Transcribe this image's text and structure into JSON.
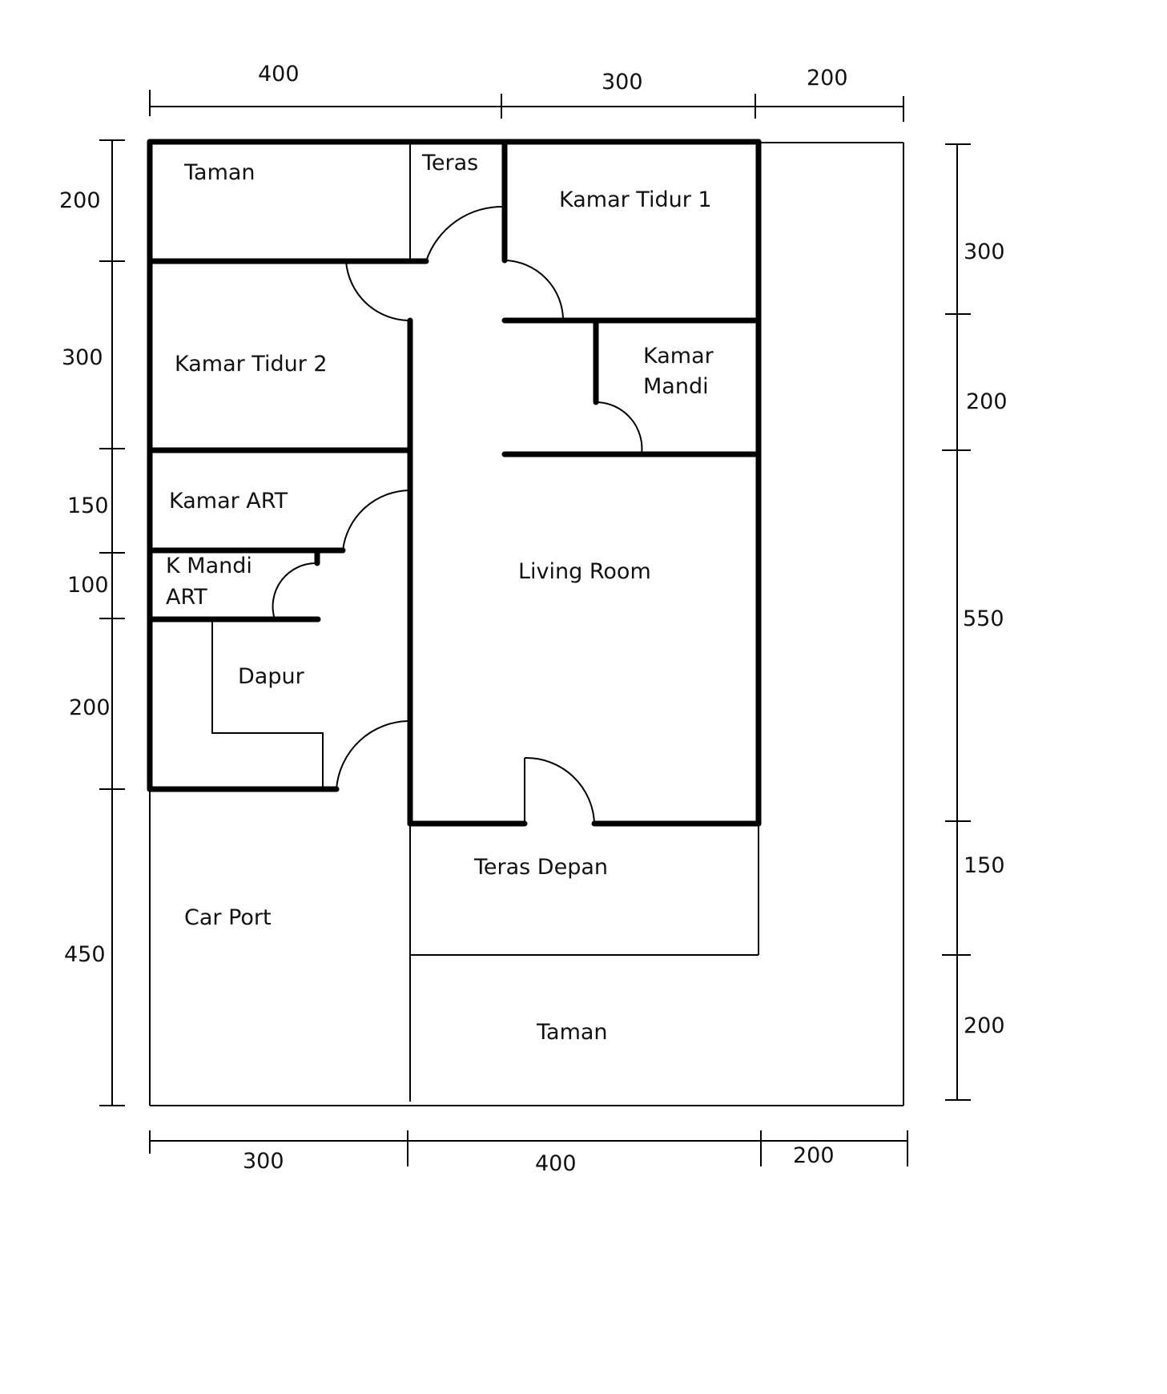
{
  "rooms": {
    "taman_top": "Taman",
    "teras": "Teras",
    "kamar_tidur_1": "Kamar Tidur 1",
    "kamar_tidur_2": "Kamar Tidur 2",
    "kamar_mandi_l1": "Kamar",
    "kamar_mandi_l2": "Mandi",
    "kamar_art": "Kamar ART",
    "k_mandi_art_l1": "K Mandi",
    "k_mandi_art_l2": "ART",
    "dapur": "Dapur",
    "living_room": "Living Room",
    "teras_depan": "Teras Depan",
    "car_port": "Car Port",
    "taman_bottom": "Taman"
  },
  "dimensions": {
    "top": [
      "400",
      "300",
      "200"
    ],
    "bottom": [
      "300",
      "400",
      "200"
    ],
    "left": [
      "200",
      "300",
      "150",
      "100",
      "200",
      "450"
    ],
    "right": [
      "300",
      "200",
      "550",
      "150",
      "200"
    ]
  }
}
